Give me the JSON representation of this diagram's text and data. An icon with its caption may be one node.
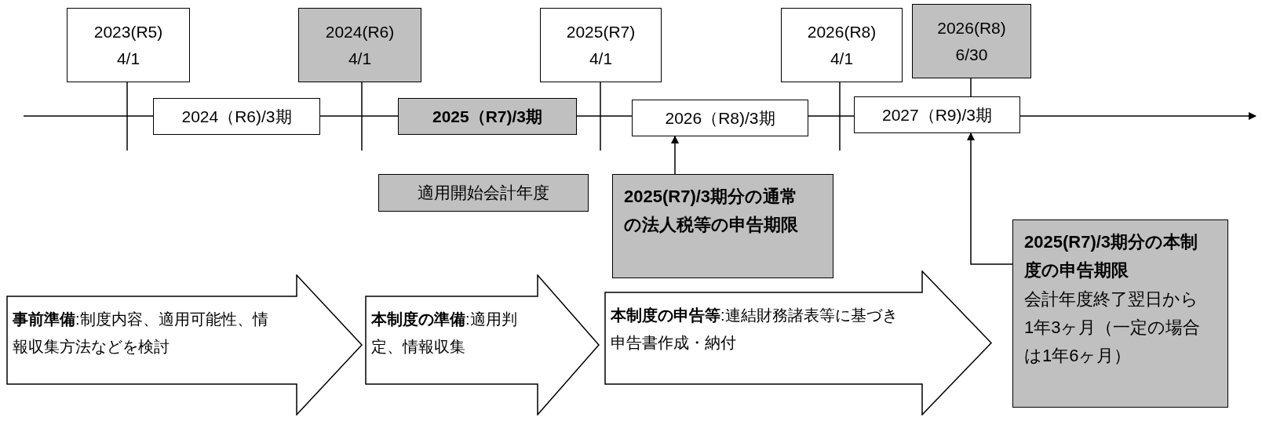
{
  "diagram": {
    "nodes": [
      {
        "text": [
          "2023(R5)",
          "4/1"
        ]
      },
      {
        "text": [
          "2024(R6)",
          "4/1"
        ]
      },
      {
        "text": [
          "2025(R7)",
          "4/1"
        ]
      },
      {
        "text": [
          "2026(R8)",
          "4/1"
        ]
      },
      {
        "text": [
          "2026(R8)",
          "6/30"
        ]
      },
      {
        "text": [
          "2024（R6)/3期"
        ]
      },
      {
        "text": [
          "2025（R7)/3期"
        ]
      },
      {
        "text": [
          "2026（R8)/3期"
        ]
      },
      {
        "text": [
          "2027（R9)/3期"
        ]
      },
      {
        "text": [
          "適用開始会計年度"
        ]
      },
      {
        "text": [
          "2025(R7)/3期分の通常の法人税等の申告期限"
        ]
      },
      {
        "text": [
          "2025(R7)/3期分の本制度の申告期限",
          "会計年度終了翌日から1年3ヶ月（一定の場合は1年6ヶ月）"
        ]
      },
      {
        "text": [
          "**事前準備**:制度内容、適用可能性、情報収集方法などを検討"
        ]
      },
      {
        "text": [
          "**本制度の準備**:適用判定、情報収集"
        ]
      },
      {
        "text": [
          "**本制度の申告等**:連結財務諸表等に基づき申告書作成・納付"
        ]
      }
    ],
    "edges": [
      {
        "from": 10,
        "to": 7,
        "arrow": "to"
      },
      {
        "from": 11,
        "to": 8,
        "arrow": "to"
      },
      {
        "from": 4,
        "to": 8,
        "arrow": "none"
      }
    ]
  }
}
